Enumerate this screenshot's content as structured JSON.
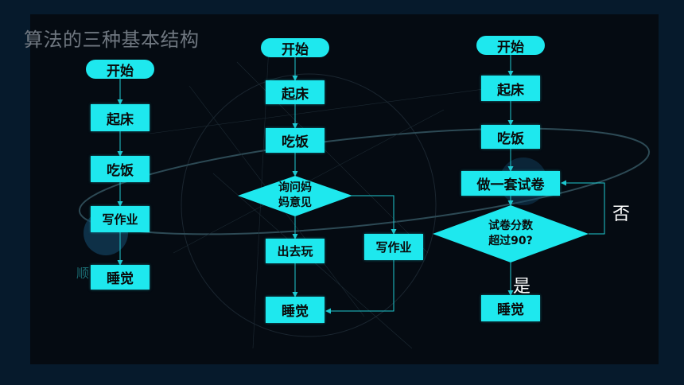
{
  "title": "算法的三种基本结构",
  "sequential": {
    "start": "开始",
    "get_up": "起床",
    "eat": "吃饭",
    "homework": "写作业",
    "sleep": "睡觉",
    "ghost_label": "顺"
  },
  "conditional": {
    "start": "开始",
    "get_up": "起床",
    "eat": "吃饭",
    "ask_line1": "询问妈",
    "ask_line2": "妈意见",
    "go_out": "出去玩",
    "homework": "写作业",
    "sleep": "睡觉"
  },
  "loop": {
    "start": "开始",
    "get_up": "起床",
    "eat": "吃饭",
    "do_exam": "做一套试卷",
    "cond_line1": "试卷分数",
    "cond_line2": "超过90?",
    "no_label": "否",
    "yes_label": "是",
    "sleep": "睡觉"
  },
  "colors": {
    "shape_fill": "#1ee8ee",
    "line": "#1ec8d0",
    "background": "#050b12"
  }
}
